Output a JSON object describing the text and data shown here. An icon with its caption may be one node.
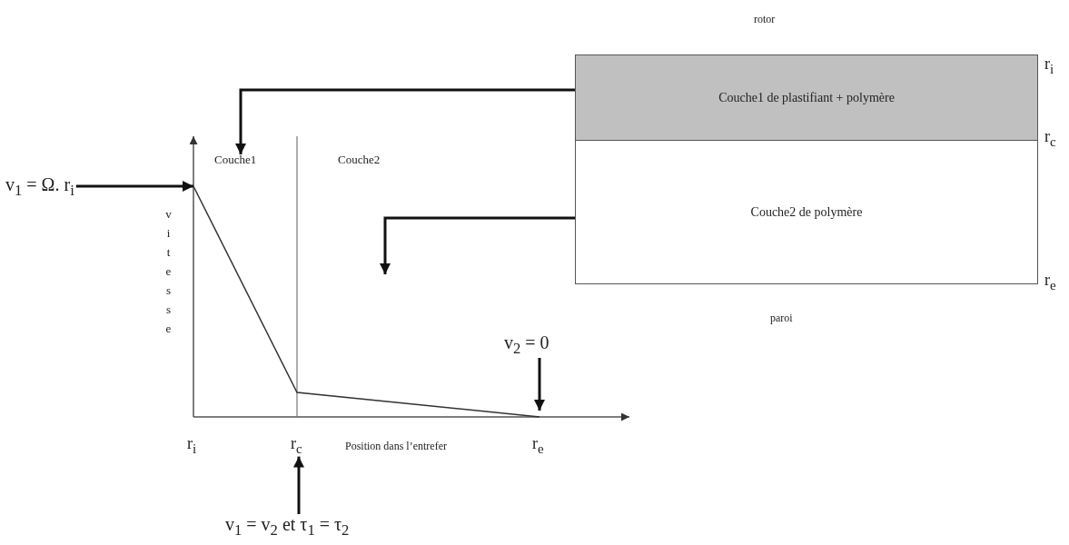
{
  "diagram": {
    "nodes": [
      {
        "text": [
          "Couche1 de plastifiant + polymère"
        ]
      },
      {
        "text": [
          "Couche2 de polymère"
        ]
      },
      {
        "text": [
          "Couche1"
        ]
      },
      {
        "text": [
          "v$_{1}$ = Ω. r$_{i}$"
        ]
      },
      {
        "text": [
          "v$_{2}$ = 0"
        ]
      },
      {
        "text": [
          "v$_{1}$ = v$_{2}$ et τ$_{1}$ = τ$_{2}$"
        ]
      },
      {
        "text": [
          "r$_{c}$"
        ]
      },
      {
        "text": [],
        "shape": "bar"
      }
    ],
    "edges": [
      {
        "from": 0,
        "to": 2,
        "arrow": "to"
      },
      {
        "from": 1,
        "to": null,
        "arrow": "to"
      },
      {
        "from": 3,
        "to": 7,
        "arrow": "to"
      },
      {
        "from": 4,
        "to": null,
        "arrow": "to"
      },
      {
        "from": 5,
        "to": 6,
        "arrow": "to"
      }
    ],
    "labels": [
      "rotor",
      "r$_{i}$",
      "Couche2",
      "r$_{c}$",
      "vitesse",
      "r$_{e}$",
      "paroi",
      "r$_{i}$",
      "Position dans l’entrefer",
      "r$_{e}$"
    ]
  }
}
